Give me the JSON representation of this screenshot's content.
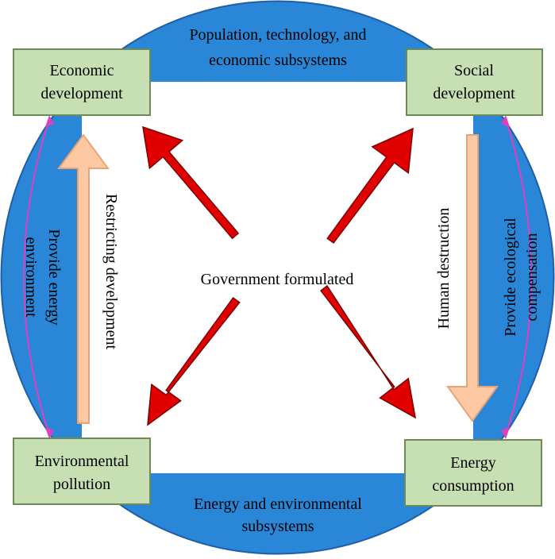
{
  "colors": {
    "ring_fill": "#2a86d6",
    "ring_stroke": "#1f5fa8",
    "box_fill": "#c6dfb3",
    "box_stroke": "#6f8a59",
    "red_arrow_fill": "#e00000",
    "red_arrow_stroke": "#7a0000",
    "peach_arrow_fill": "#fdc9a5",
    "peach_arrow_stroke": "#e8a477",
    "magenta": "#e040c0"
  },
  "boxes": {
    "economic": {
      "line1": "Economic",
      "line2": "development"
    },
    "social": {
      "line1": "Social",
      "line2": "development"
    },
    "pollution": {
      "line1": "Environmental",
      "line2": "pollution"
    },
    "consumption": {
      "line1": "Energy",
      "line2": "consumption"
    }
  },
  "labels": {
    "top_line1": "Population, technology, and",
    "top_line2": "economic subsystems",
    "bottom_line1": "Energy and environmental",
    "bottom_line2": "subsystems",
    "left_line1": "Provide energy",
    "left_line2": "environment",
    "right_line1": "Provide ecological",
    "right_line2": "compensation",
    "restricting": "Restricting development",
    "human": "Human destruction",
    "center": "Government formulated"
  }
}
